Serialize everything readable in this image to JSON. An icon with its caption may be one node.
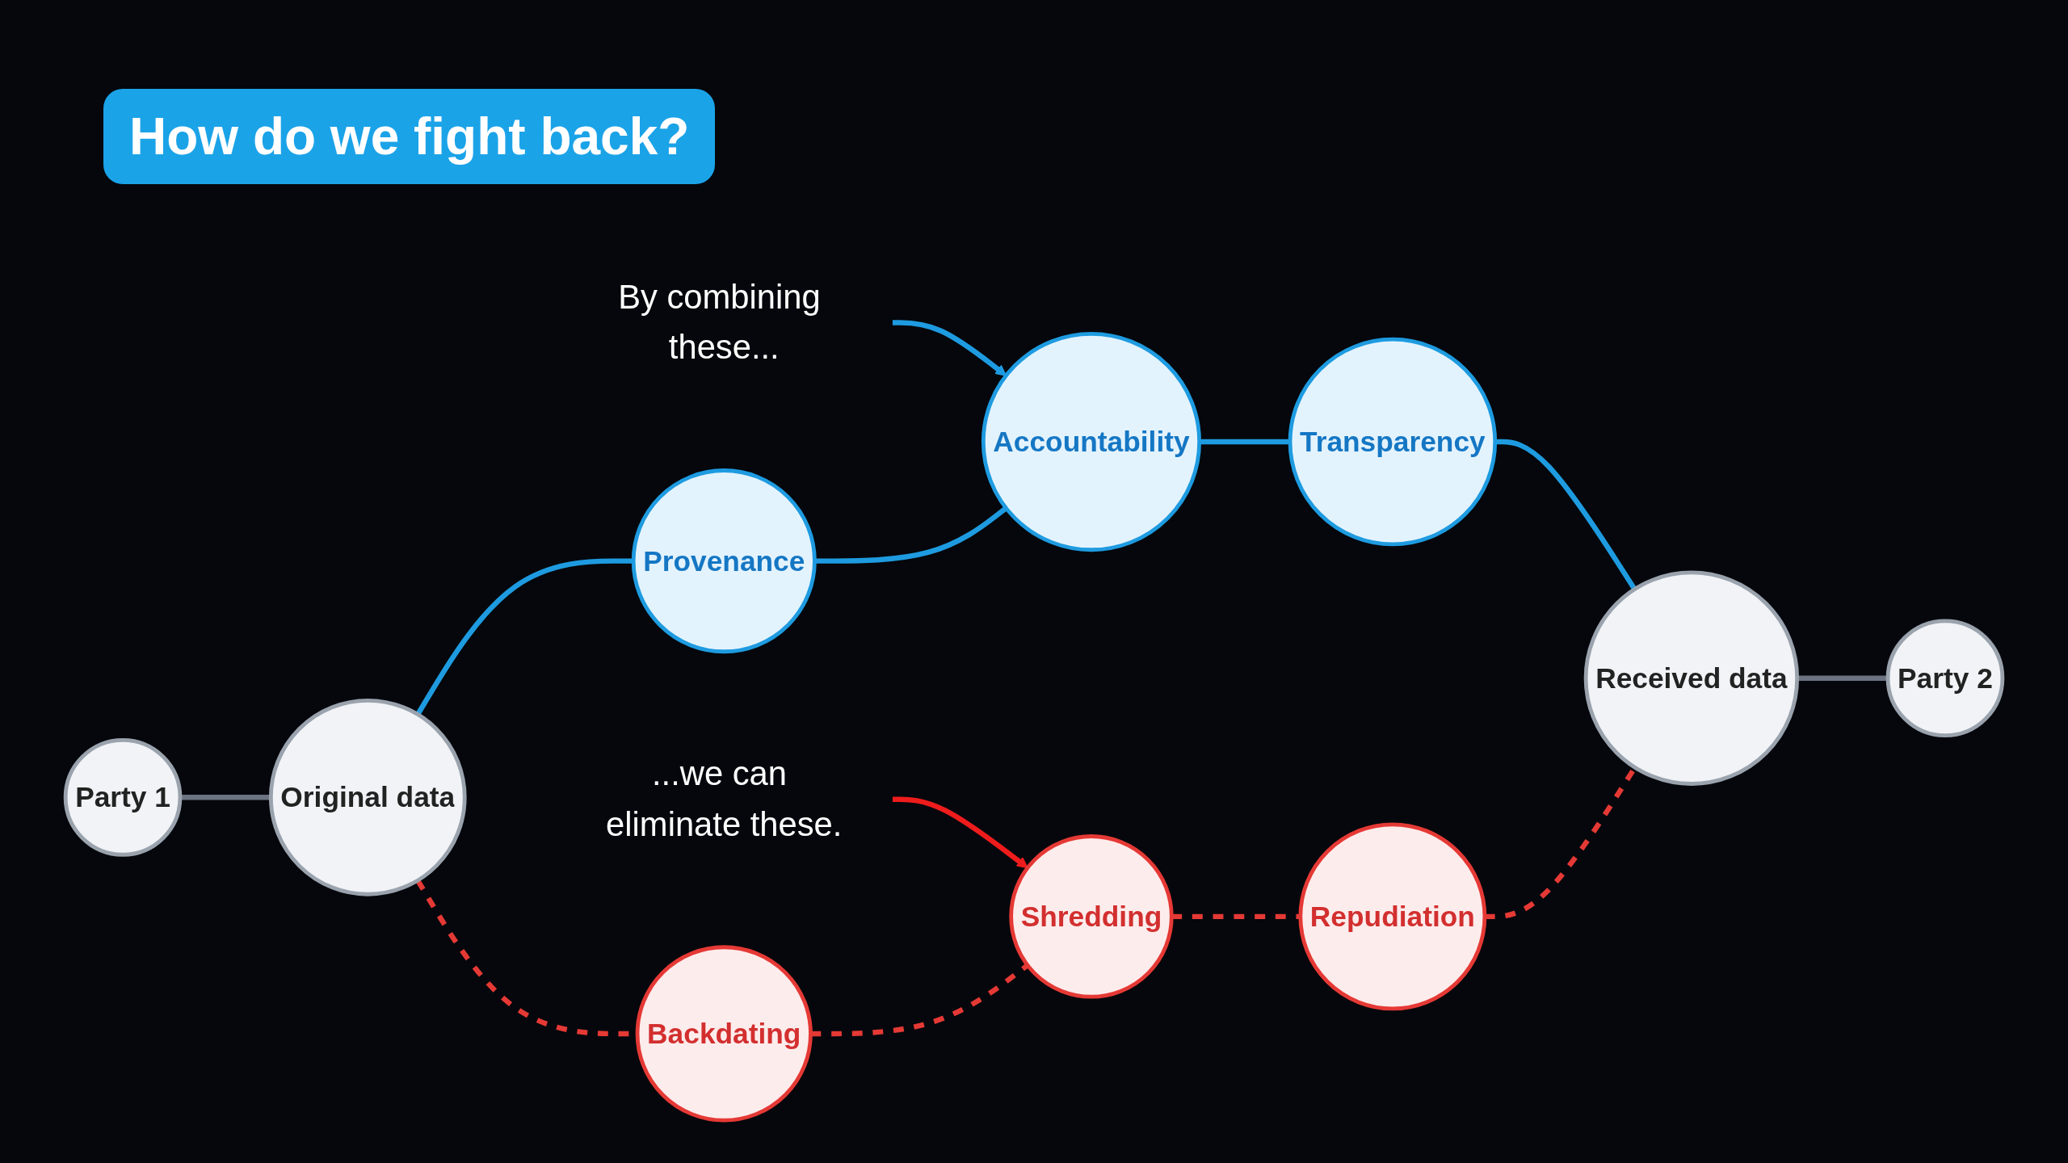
{
  "diagram": {
    "title": "How do we fight back?",
    "nodes": [
      {
        "text": [
          "By combining these..."
        ]
      },
      {
        "text": [
          "Provenance"
        ]
      },
      {
        "text": [
          "Accountability"
        ]
      },
      {
        "text": [
          "Transparency"
        ]
      },
      {
        "text": [
          "Party 1"
        ]
      },
      {
        "text": [
          "Original data"
        ]
      },
      {
        "text": [
          "Backdating"
        ]
      },
      {
        "text": [
          "Shredding"
        ]
      },
      {
        "text": [
          "Repudiation"
        ]
      },
      {
        "text": [
          "Received data"
        ]
      },
      {
        "text": [
          "Party 2"
        ]
      },
      {
        "text": [
          "...we can eliminate these."
        ]
      }
    ],
    "edges": [
      {
        "from": 0,
        "to": 2,
        "arrow": "to",
        "color": "#1e9be0"
      },
      {
        "from": 11,
        "to": 7,
        "arrow": "to",
        "color": "#ee1c1c"
      },
      {
        "from": 4,
        "to": 5,
        "arrow": "none",
        "color": "#6b7280"
      },
      {
        "from": 5,
        "to": 1,
        "arrow": "none",
        "color": "#1e9be0"
      },
      {
        "from": 1,
        "to": 2,
        "arrow": "none",
        "color": "#1e9be0"
      },
      {
        "from": 2,
        "to": 3,
        "arrow": "none",
        "color": "#1e9be0"
      },
      {
        "from": 3,
        "to": 9,
        "arrow": "none",
        "color": "#1e9be0"
      },
      {
        "from": 5,
        "to": 6,
        "arrow": "none",
        "style": "dashed",
        "color": "#e53935"
      },
      {
        "from": 6,
        "to": 7,
        "arrow": "none",
        "style": "dashed",
        "color": "#e53935"
      },
      {
        "from": 7,
        "to": 8,
        "arrow": "none",
        "style": "dashed",
        "color": "#e53935"
      },
      {
        "from": 8,
        "to": 9,
        "arrow": "none",
        "style": "dashed",
        "color": "#e53935"
      },
      {
        "from": 9,
        "to": 10,
        "arrow": "none",
        "color": "#6b7280"
      }
    ]
  }
}
